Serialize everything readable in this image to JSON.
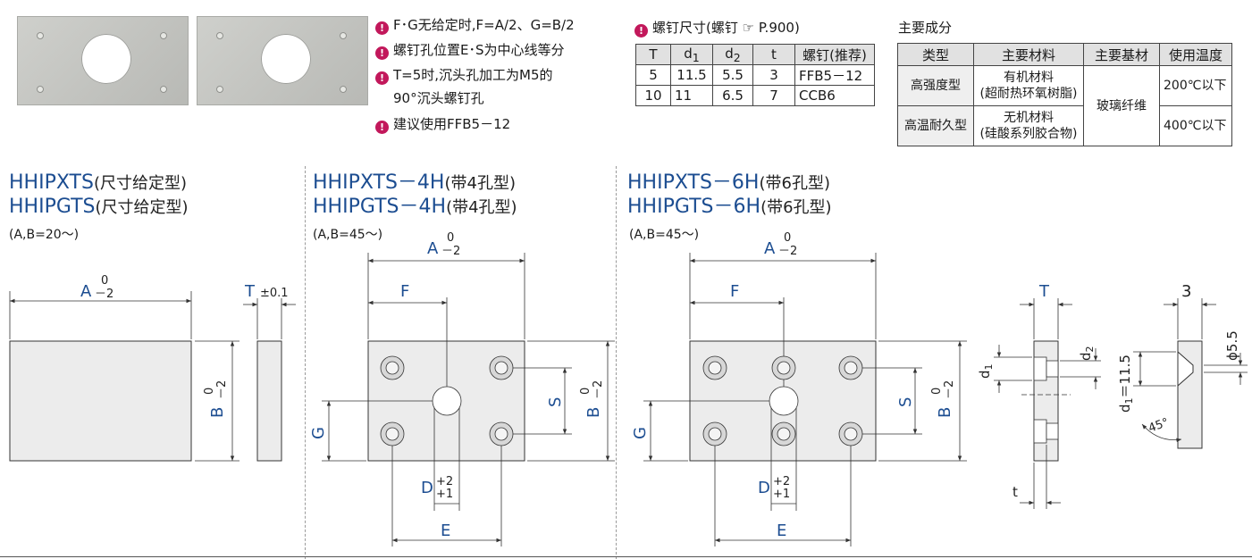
{
  "notes": [
    "F･G无给定时,F=A/2、G=B/2",
    "螺钉孔位置E･S为中心线等分",
    "T=5时,沉头孔加工为M5的",
    "90°沉头螺钉孔",
    "建议使用FFB5－12"
  ],
  "screw": {
    "heading": "螺钉尺寸(螺钉 ☞ P.900)",
    "headers": [
      "T",
      "d1",
      "d2",
      "t",
      "螺钉(推荐)"
    ],
    "rows": [
      [
        "5",
        "11.5",
        "5.5",
        "3",
        "FFB5－12"
      ],
      [
        "10",
        "11",
        "6.5",
        "7",
        "CCB6"
      ]
    ]
  },
  "materials": {
    "heading": "主要成分",
    "headers": [
      "类型",
      "主要材料",
      "主要基材",
      "使用温度"
    ],
    "rows": [
      {
        "type": "高强度型",
        "material_1": "有机材料",
        "material_2": "(超耐热环氧树脂)",
        "temp": "200℃以下"
      },
      {
        "type": "高温耐久型",
        "material_1": "无机材料",
        "material_2": "(硅酸系列胶合物)",
        "temp": "400℃以下"
      }
    ],
    "base": "玻璃纤维"
  },
  "sections": [
    {
      "title_1": "HHIPXTS",
      "sub_1": "(尺寸给定型)",
      "title_2": "HHIPGTS",
      "sub_2": "(尺寸给定型)",
      "range": "(A,B=20～)"
    },
    {
      "title_1": "HHIPXTS－4H",
      "sub_1": "(带4孔型)",
      "title_2": "HHIPGTS－4H",
      "sub_2": "(带4孔型)",
      "range": "(A,B=45～)"
    },
    {
      "title_1": "HHIPXTS－6H",
      "sub_1": "(带6孔型)",
      "title_2": "HHIPGTS－6H",
      "sub_2": "(带6孔型)",
      "range": "(A,B=45～)"
    }
  ],
  "dims": {
    "A": "A",
    "B": "B",
    "T": "T",
    "F": "F",
    "G": "G",
    "S": "S",
    "E": "E",
    "D": "D",
    "d1": "d",
    "d1_sub": "1",
    "d2": "d",
    "d2_sub": "2",
    "t": "t",
    "tol_0": "0",
    "tol_minus2": "－2",
    "tol_plus2": "+2",
    "tol_plus1": "+1",
    "tol_T": "±0.1",
    "three": "3",
    "phi55": "ϕ5.5",
    "d1_eq": "＝11.5",
    "angle": "45°"
  },
  "colors": {
    "dim_blue": "#1c4d91",
    "badge": "#c2185b",
    "plate": "#ececec"
  }
}
